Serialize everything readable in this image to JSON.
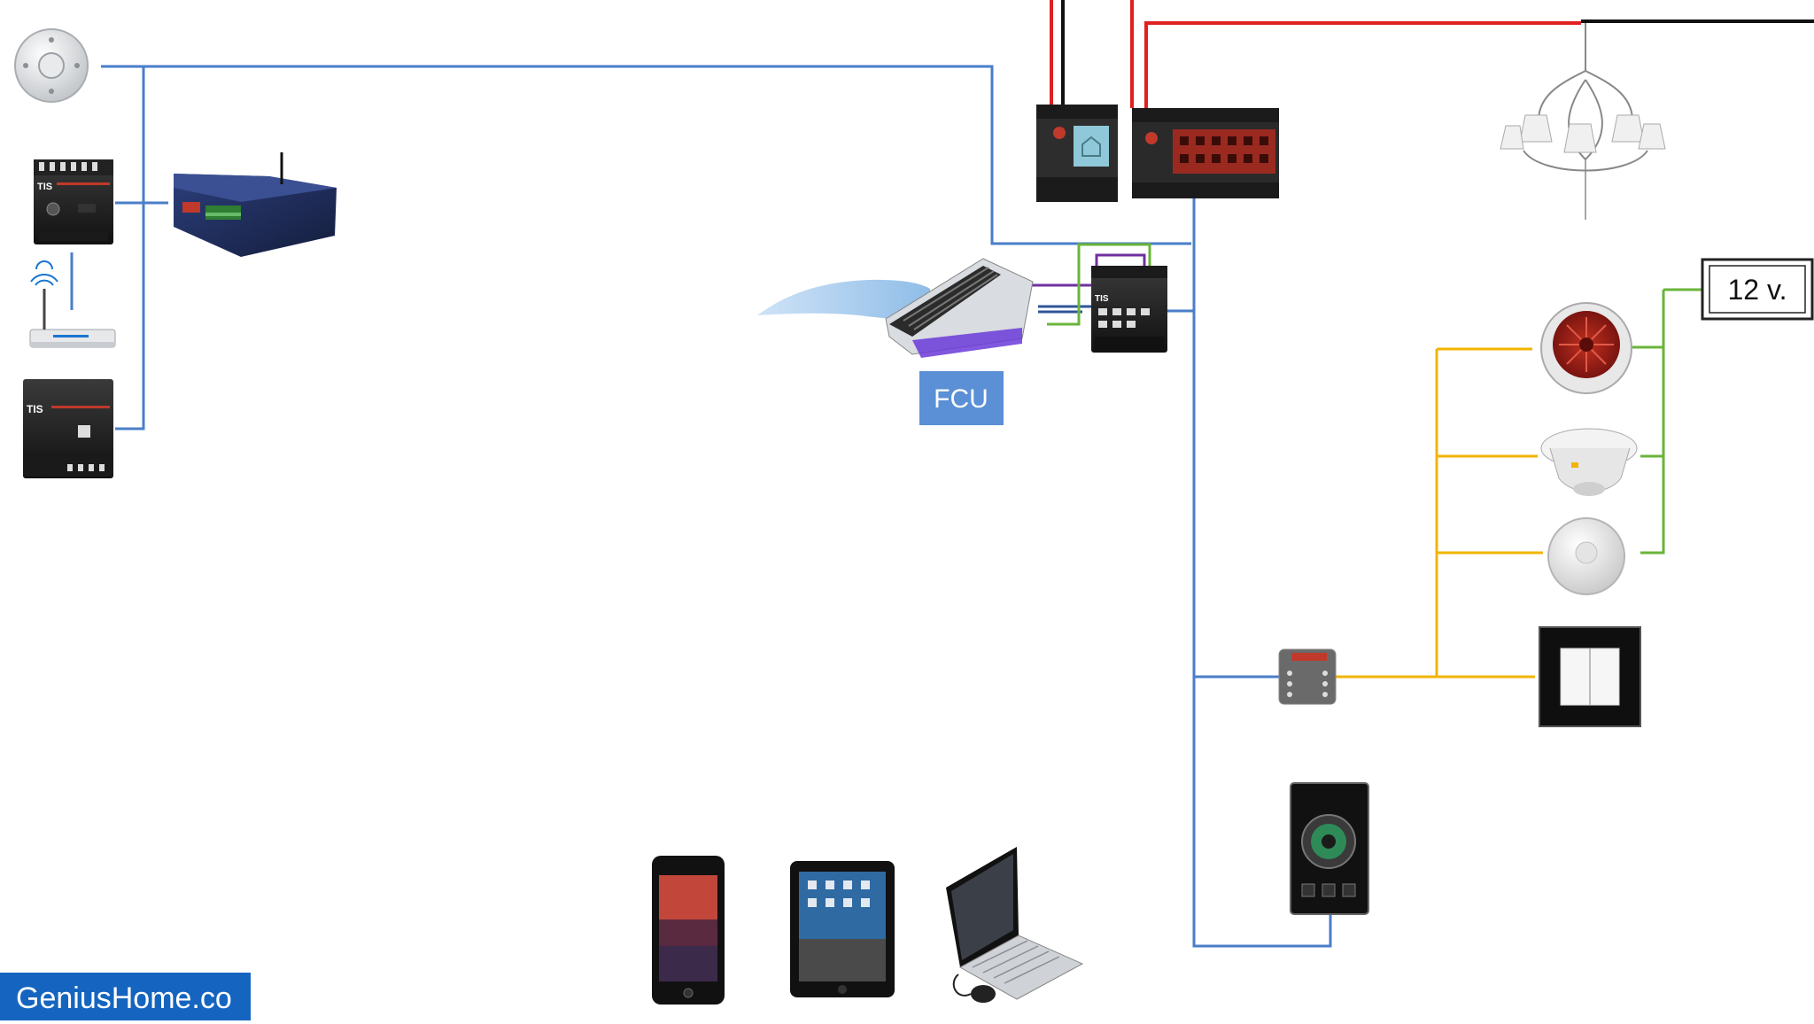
{
  "labels": {
    "fcu": "FCU",
    "power": "12 v.",
    "brand": "GeniusHome.co"
  },
  "colors": {
    "bus_line": "#4a7ec9",
    "power_red": "#e02020",
    "power_black": "#111111",
    "signal_yellow": "#f2b400",
    "signal_green": "#6ab43a",
    "valve_purple": "#7030a0",
    "fcu_box": "#5b8fd6",
    "brand_bg": "#1565c0"
  },
  "devices": [
    "ceiling-sensor",
    "tis-dimmer-module",
    "tis-home-server",
    "wifi-router",
    "tis-power-supply",
    "din-relay-module",
    "din-dimmer-module",
    "chandelier",
    "fan-coil-unit",
    "tis-hvac-module",
    "fire-alarm",
    "smoke-detector",
    "motion-sensor",
    "wall-switch",
    "tis-input-module",
    "touch-panel",
    "smartphone",
    "tablet",
    "laptop"
  ]
}
